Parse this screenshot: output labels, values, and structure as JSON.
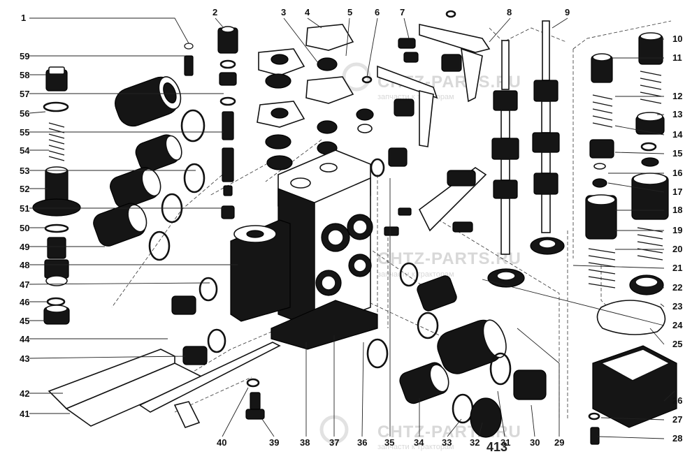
{
  "diagram": {
    "part_numbers": [
      "1",
      "2",
      "3",
      "4",
      "5",
      "6",
      "7",
      "8",
      "9",
      "10",
      "11",
      "12",
      "13",
      "14",
      "15",
      "16",
      "17",
      "18",
      "19",
      "20",
      "21",
      "22",
      "23",
      "24",
      "25",
      "26",
      "27",
      "28",
      "29",
      "30",
      "31",
      "32",
      "33",
      "34",
      "35",
      "36",
      "37",
      "38",
      "39",
      "40",
      "41",
      "42",
      "43",
      "44",
      "45",
      "46",
      "47",
      "48",
      "49",
      "50",
      "51",
      "52",
      "53",
      "54",
      "55",
      "56",
      "57",
      "58",
      "59"
    ],
    "watermarks": [
      {
        "brand": "CHTZ-PARTS.RU",
        "tagline": "запчасти к тракторам"
      },
      {
        "brand": "CHTZ-PARTS.RU",
        "tagline": "запчасти к тракторам"
      },
      {
        "brand": "CHTZ-PARTS.RU",
        "tagline": "запчасти к тракторам"
      }
    ],
    "page_number": "413"
  }
}
